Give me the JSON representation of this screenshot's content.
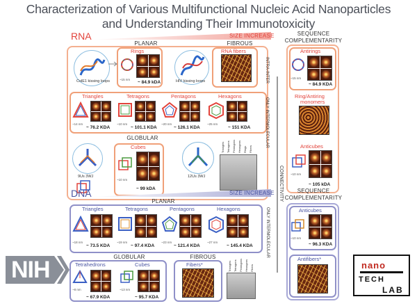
{
  "title": {
    "line1": "Characterization of Various Multifunctional Nucleic Acid Nanoparticles",
    "line2": "and Understanding Their Immunotoxicity"
  },
  "rna": {
    "tag": "RNA",
    "size_increase": "SIZE INCREASE",
    "planar": "PLANAR",
    "fibrous": "FIBROUS",
    "globular": "GLOBULAR",
    "intra_inter": "INTRA-INTER",
    "only_intermolecular": "ONLY INTERMOLECULAR",
    "rings": {
      "label": "Rings",
      "caption": "ColE1 kissing loops",
      "nm": "~15 nm",
      "kda": "~ 84.9 kDA"
    },
    "fibers": {
      "label": "RNA fibers",
      "caption": "HIV kissing loops"
    },
    "triangles": {
      "label": "Triangles",
      "nm": "~14 nm",
      "kda": "~ 76.2 KDA"
    },
    "tetragons": {
      "label": "Tetragons",
      "nm": "~10 nm",
      "kda": "~ 101.1 KDA"
    },
    "pentagons": {
      "label": "Pentagons",
      "nm": "~20 nm",
      "kda": "~ 126.1 KDA"
    },
    "hexagons": {
      "label": "Hexagons",
      "nm": "~25 nm",
      "kda": "~ 151 KDA"
    },
    "cubes": {
      "label": "Cubes",
      "nm": "~10 nm",
      "kda": "~ 99 kDA"
    },
    "caption_9us": "9Us 3WJ",
    "caption_12us": "12Us 3WJ",
    "gel_lanes": [
      "Triangles",
      "Tetragons",
      "Pentagons",
      "Hexagons",
      "Rings",
      "Fibers"
    ]
  },
  "rna_seq": {
    "header_line1": "SEQUENCE",
    "header_line2": "COMPLEMENTARITY",
    "antirings": {
      "label": "Antirings",
      "nm": "~15 nm",
      "kda": "~ 84.9 KDA"
    },
    "ring_antiring": {
      "label_line1": "Ring/Antiring",
      "label_line2": "monomers"
    },
    "anticubes": {
      "label": "Anticubes",
      "nm": "~10 nm",
      "kda": "~ 105 kDA"
    }
  },
  "connectivity": "CONNECTIVITY",
  "dna": {
    "tag": "DNA",
    "size_increase": "SIZE INCREASE",
    "planar": "PLANAR",
    "globular": "GLOBULAR",
    "fibrous": "FIBROUS",
    "only_intermolecular": "ONLY INTERMOLECULAR",
    "triangles": {
      "label": "Triangles",
      "nm": "~18 nm",
      "kda": "~ 73.5 KDA"
    },
    "tetragons": {
      "label": "Tetragons",
      "nm": "~19 nm",
      "kda": "~ 97.4 KDA"
    },
    "pentagons": {
      "label": "Pentagons",
      "nm": "~23 nm",
      "kda": "~ 121.4 KDA"
    },
    "hexagons": {
      "label": "Hexagons",
      "nm": "~27 nm",
      "kda": "~ 145.4 KDA"
    },
    "tetrahedrons": {
      "label": "Tetrahedrons",
      "nm": "~8 nm",
      "kda": "~ 67.9 KDA"
    },
    "cubes": {
      "label": "Cubes",
      "nm": "~13 nm",
      "kda": "~ 95.7 KDA"
    },
    "fibers": {
      "label": "Fibers*"
    },
    "gel_lanes": [
      "Triangles",
      "Tetragons",
      "Pentagons",
      "Hexagons",
      "Fibers"
    ]
  },
  "dna_seq": {
    "header_line1": "SEQUENCE",
    "header_line2": "COMPLEMENTARITY",
    "anticubes": {
      "label": "Anticubes",
      "nm": "~10 nm",
      "kda": "~ 96.3 KDA"
    },
    "antifibers": {
      "label": "Antifibers*"
    }
  },
  "logos": {
    "nih": "NIH",
    "nano": "nano",
    "tech": "TECH",
    "lab": "LAB"
  },
  "colors": {
    "rna": "#e2433b",
    "dna": "#4a55a2",
    "rna_border": "#f0a078",
    "dna_border": "#8f90c8"
  }
}
